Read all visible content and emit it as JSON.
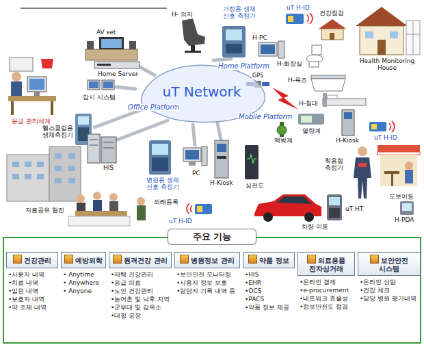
{
  "diagram": {
    "nodes": [
      {
        "text": [
          "uT Network"
        ]
      },
      {
        "text": [
          "주요 기능"
        ]
      },
      {
        "text": [
          "건강관리",
          "•사용자 내역",
          "•치료 내역",
          "•입원 내역",
          "•보호자 내역",
          "•약 조제 내역"
        ],
        "in": 1
      },
      {
        "text": [
          "예방의학",
          "• Anytime",
          "• Anywhere",
          "• Anyone"
        ],
        "in": 1
      },
      {
        "text": [
          "원격건강 관리",
          "•재택 건강관리",
          "•응급 의료",
          "•노인 건강관리",
          "•농어촌 및 낙후 지역",
          "•군부대 및 감옥소",
          "•대형 공장"
        ],
        "in": 1
      },
      {
        "text": [
          "병원정보 관리",
          "•보안안전 모니터링",
          "•사용자 정보 보호",
          "•담당자 기록 내역 등"
        ],
        "in": 1
      },
      {
        "text": [
          "약품 정보",
          "•HIS",
          "•EHR",
          "•OCS",
          "•PACS",
          "•약품 정보 제공"
        ],
        "in": 1
      },
      {
        "text": [
          "의료용품 전자상거래",
          "•온라인 결제",
          "•e-procurement",
          "•네트워크 효율성",
          "•정보안전도 점검"
        ],
        "in": 1
      },
      {
        "text": [
          "보안안전 시스템",
          "•온라인 상담",
          "•건강 체크",
          "•담당 병원 평가내역"
        ],
        "in": 1
      }
    ],
    "labels": [
      "H- 의자",
      "가정용 생체 신호 측정기",
      "uT H-ID",
      "건강점검",
      "Health Monitoring House",
      "AV set",
      "H-PC",
      "H-화장실",
      "Home Platform",
      "Home Server",
      "GPS",
      "H-욕조",
      "감시 시스템",
      "Office Platform",
      "H-침대",
      "Mobile Platform",
      "응급 관리체계",
      "헬스클럽용 생체측정기",
      "열량계",
      "uT H-ID",
      "H-Kiosk",
      "맥박계",
      "착용형 측정기",
      "HIS",
      "병원용 생체 신호 측정기",
      "PC",
      "H-Kiosk",
      "심전도",
      "도보이동",
      "외래등록",
      "uT HT",
      "자료공유 협진",
      "H-PDA",
      "차량 이동",
      "uT H-ID"
    ]
  }
}
